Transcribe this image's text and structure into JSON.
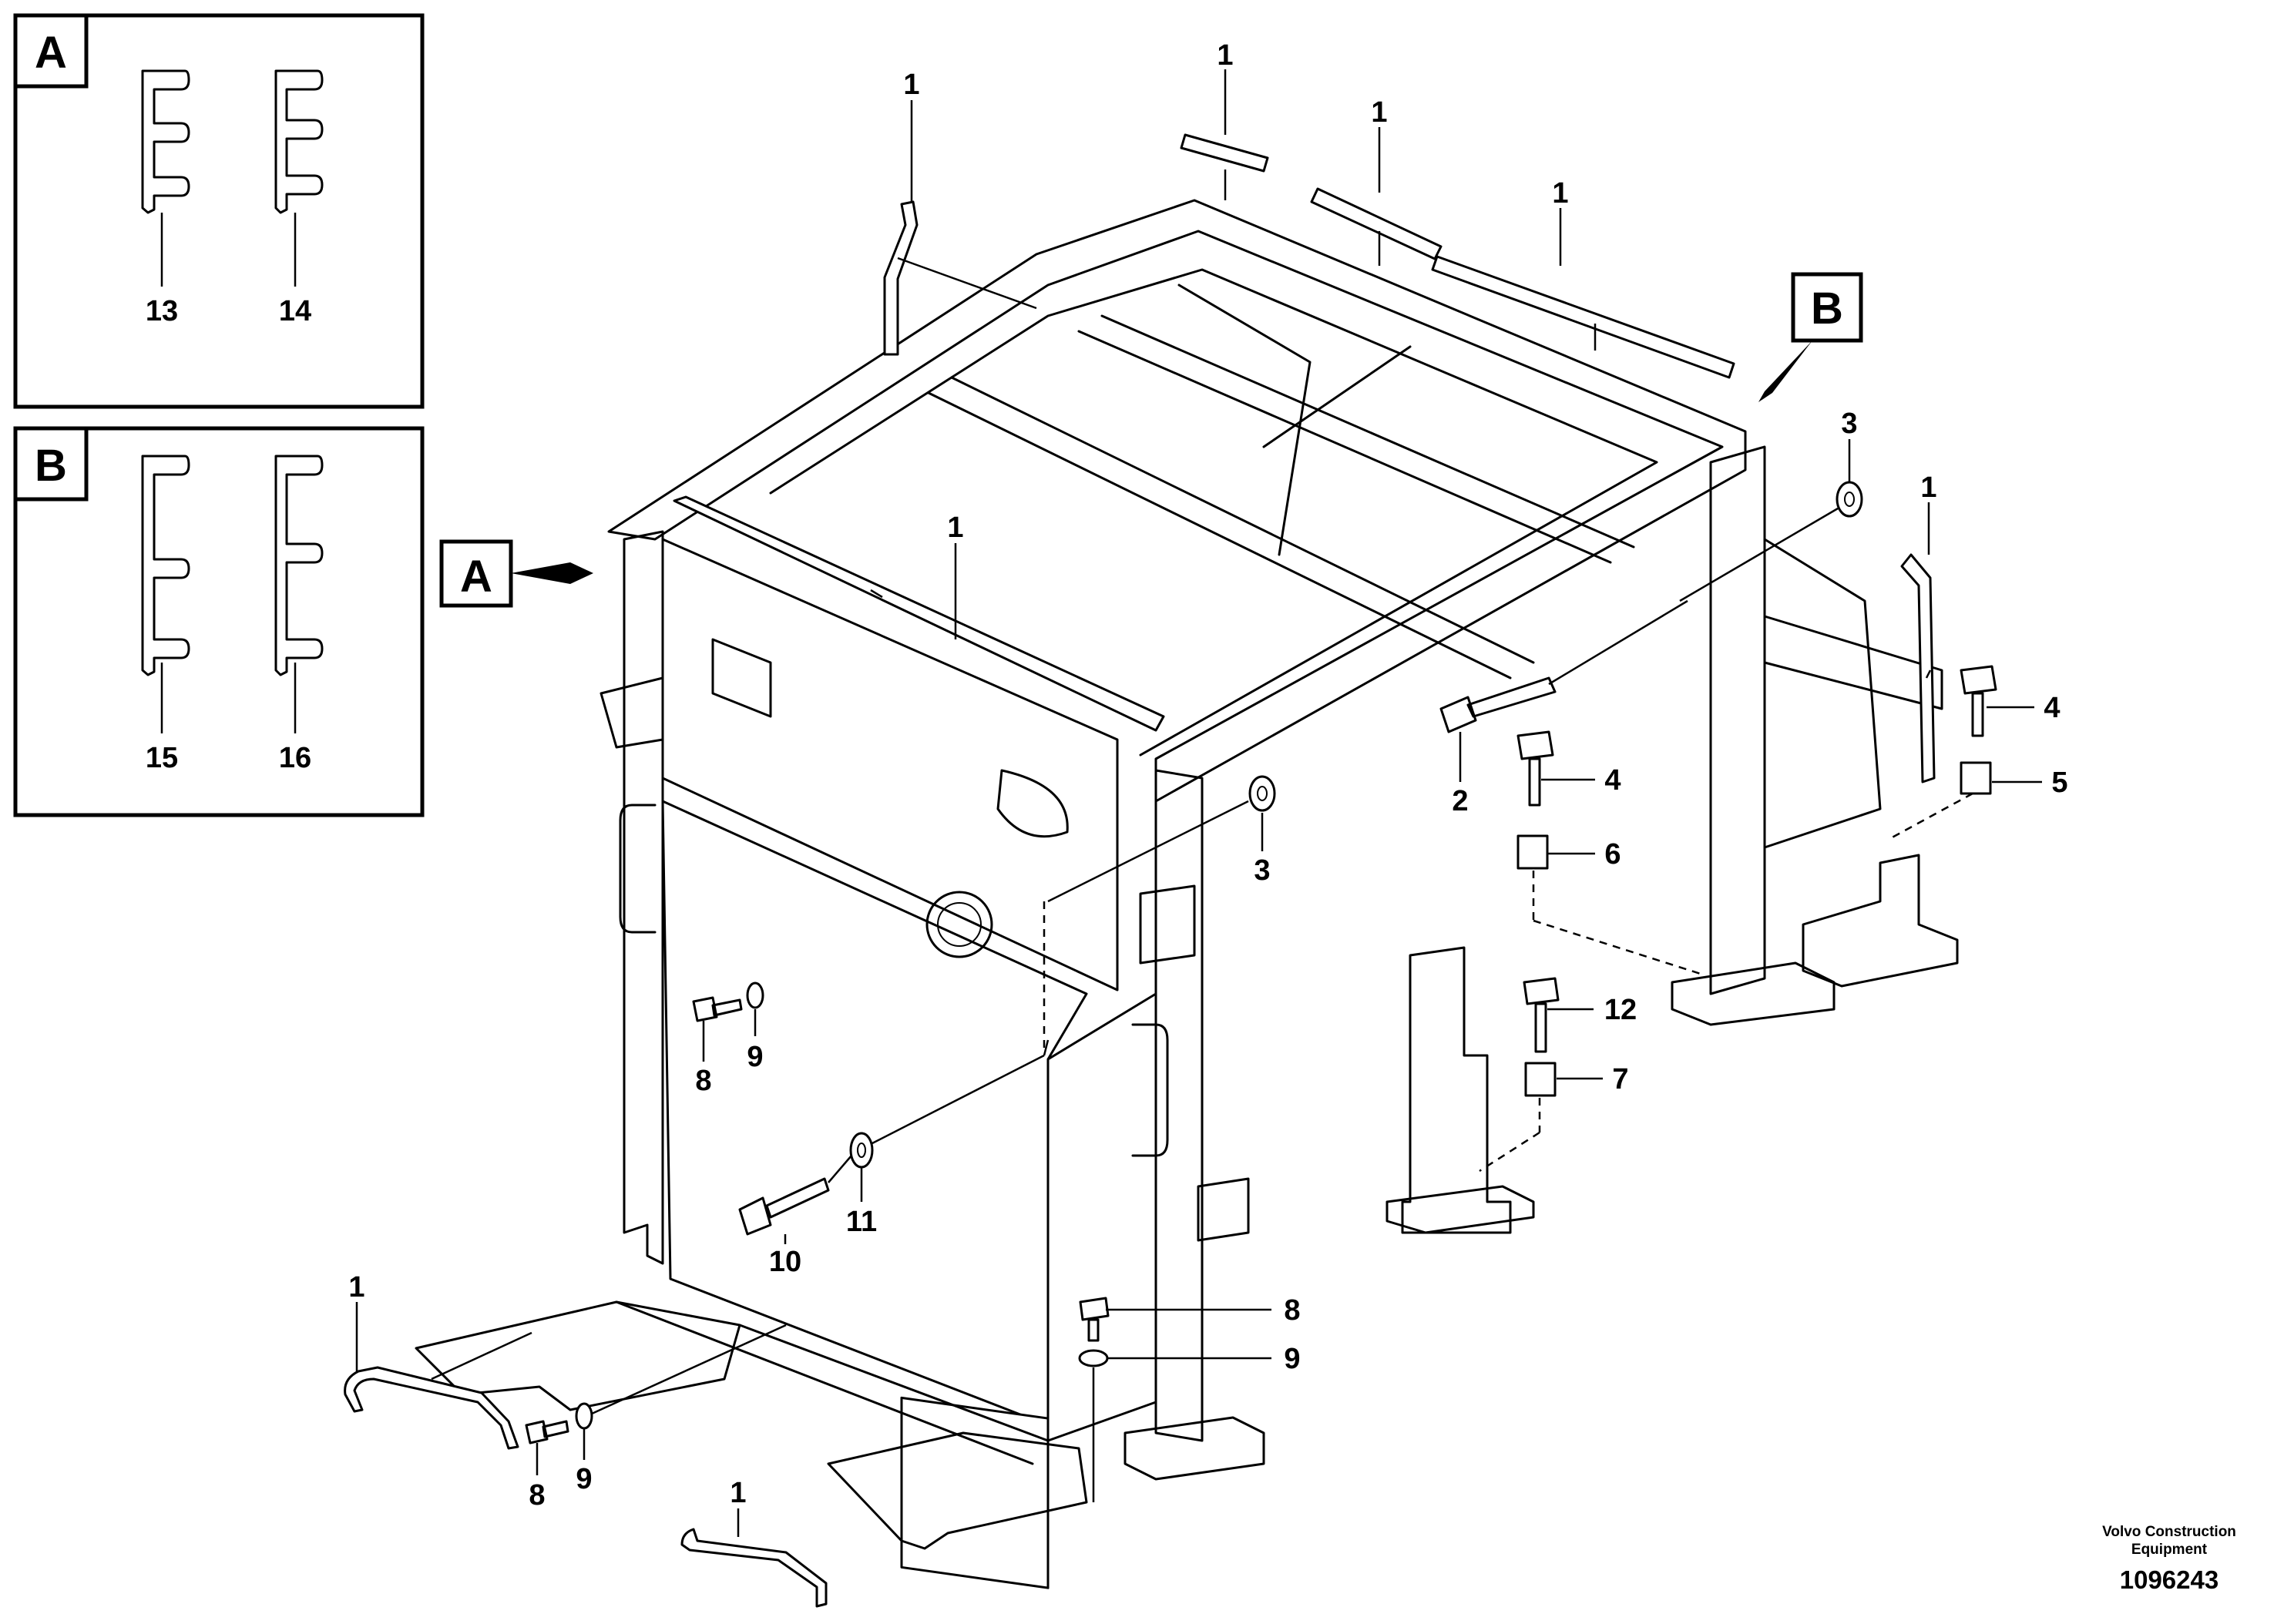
{
  "insets": [
    {
      "label": "A",
      "parts": [
        "13",
        "14"
      ]
    },
    {
      "label": "B",
      "parts": [
        "15",
        "16"
      ]
    }
  ],
  "view_markers": {
    "a": "A",
    "b": "B"
  },
  "callouts": {
    "c1a": "1",
    "c1b": "1",
    "c1c": "1",
    "c1d": "1",
    "c1e": "1",
    "c1f": "1",
    "c1g": "1",
    "c1h": "1",
    "c2": "2",
    "c3a": "3",
    "c3b": "3",
    "c4a": "4",
    "c4b": "4",
    "c5": "5",
    "c6": "6",
    "c7": "7",
    "c8a": "8",
    "c8b": "8",
    "c8c": "8",
    "c9a": "9",
    "c9b": "9",
    "c9c": "9",
    "c10": "10",
    "c11": "11",
    "c12": "12"
  },
  "footer": {
    "company_line1": "Volvo Construction",
    "company_line2": "Equipment",
    "reference_number": "1096243"
  }
}
